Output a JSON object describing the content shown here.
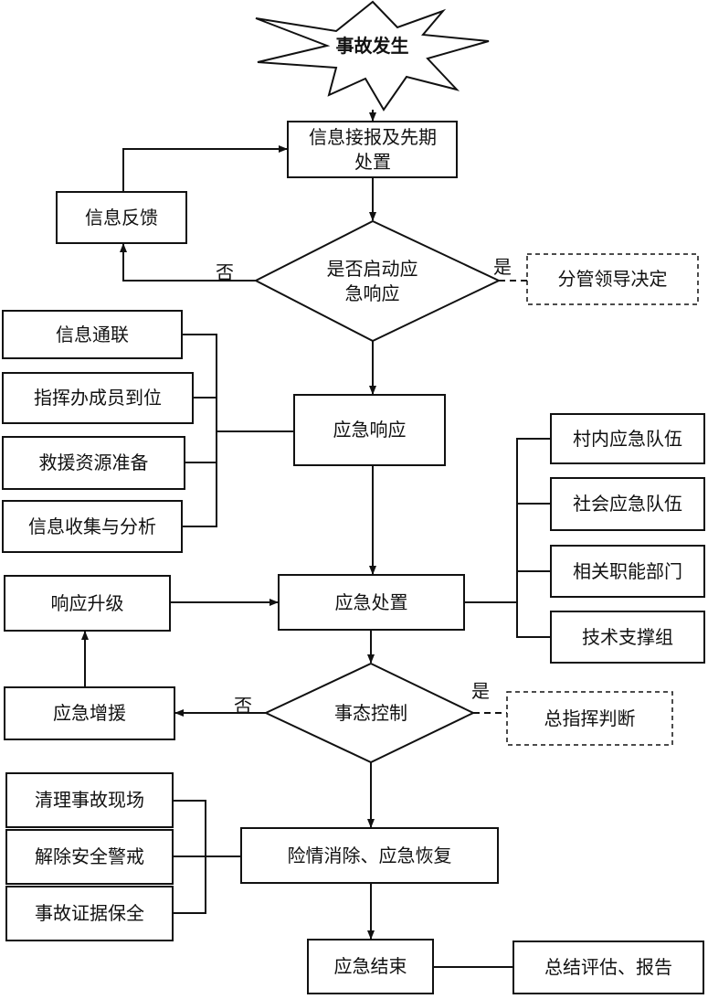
{
  "nodes": {
    "start": "事故发生",
    "info_receive": "信息接报及先期处置",
    "feedback": "信息反馈",
    "decision_start": "是否启动应急响应",
    "leader_decision": "分管领导决定",
    "response": "应急响应",
    "resp_items": [
      "信息通联",
      "指挥办成员到位",
      "救援资源准备",
      "信息收集与分析"
    ],
    "disposal": "应急处置",
    "teams": [
      "村内应急队伍",
      "社会应急队伍",
      "相关职能部门",
      "技术支撑组"
    ],
    "upgrade": "响应升级",
    "reinforce": "应急增援",
    "decision_control": "事态控制",
    "commander_judge": "总指挥判断",
    "recovery": "险情消除、应急恢复",
    "recovery_items": [
      "清理事故现场",
      "解除安全警戒",
      "事故证据保全"
    ],
    "end": "应急结束",
    "summary": "总结评估、报告"
  },
  "edge_labels": {
    "no": "否",
    "yes": "是"
  }
}
